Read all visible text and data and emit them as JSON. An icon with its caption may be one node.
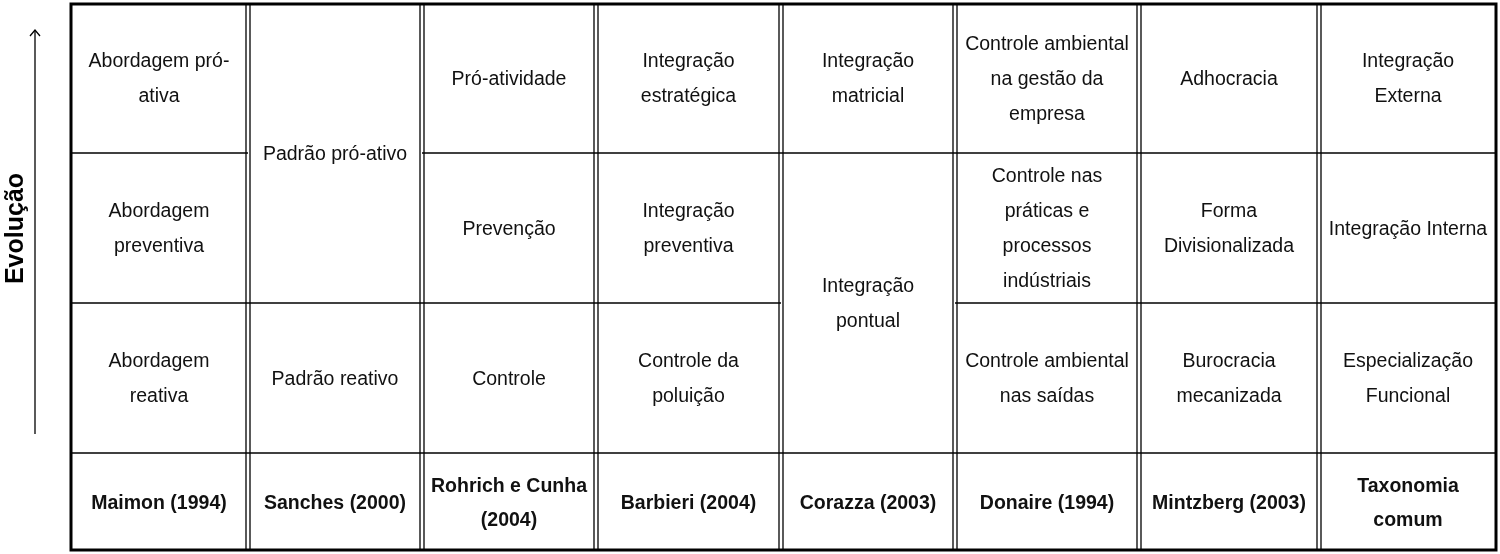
{
  "diagram": {
    "labels": [
      "Evolução",
      "Abordagem pró-ativa",
      "Padrão pró-ativo",
      "Pró-atividade",
      "Integração estratégica",
      "Integração matricial",
      "Controle ambiental na gestão da empresa",
      "Adhocracia",
      "Integração Externa",
      "Abordagem preventiva",
      "Prevenção",
      "Integração preventiva",
      "Integração pontual",
      "Controle nas práticas e processos indústriais",
      "Forma Divisionalizada",
      "Integração Interna",
      "Abordagem reativa",
      "Padrão reativo",
      "Controle",
      "Controle da poluição",
      "Controle ambiental nas saídas",
      "Burocracia mecanizada",
      "Especialização Funcional",
      "Maimon (1994)",
      "Sanches (2000)",
      "Rohrich e Cunha (2004)",
      "Barbieri (2004)",
      "Corazza (2003)",
      "Donaire (1994)",
      "Mintzberg (2003)",
      "Taxonomia comum"
    ]
  }
}
